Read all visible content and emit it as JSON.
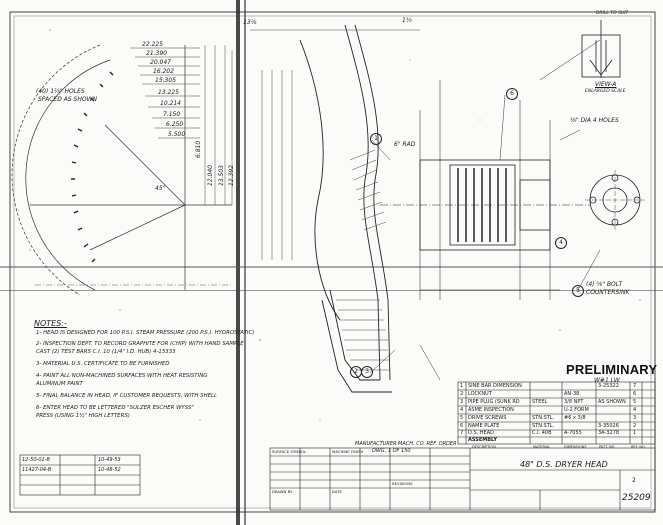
{
  "sheet": {
    "stamp": "PRELIMINARY",
    "stamp_small": "W#1 LW"
  },
  "dimensions": {
    "stack": [
      "22.225",
      "21.390",
      "20.047",
      "16.202",
      "15.305",
      "13.225",
      "10.214",
      "7.150",
      "6.250",
      "5.500"
    ],
    "vertical": [
      "6.810",
      "12.040",
      "13.503",
      "12.392"
    ],
    "angle": "45°",
    "holes_note_1": "(40) 1⅔\" HOLES",
    "holes_note_2": "SPACED AS SHOWN",
    "section_top_left": "13⅛",
    "section_top": "1⅓",
    "section_bend": "6\" RAD",
    "flange_note": "⅛\" DIA 4 HOLES",
    "weld_note_1": "(4) ⅝\" BOLT",
    "weld_note_2": "COUNTERSINK"
  },
  "callouts": [
    "1",
    "2",
    "3",
    "4",
    "5",
    "6"
  ],
  "view": {
    "label": "VIEW-A",
    "scale": "ENLARGED SCALE",
    "note_top": "DRILL TO SUIT"
  },
  "notes": {
    "title": "NOTES:-",
    "items": [
      "1-  HEAD IS DESIGNED FOR 100 P.S.I. STEAM PRESSURE (200 P.S.I. HYDROSTATIC)",
      "2-  INSPECTION DEPT. TO RECORD GRAPHITE FOR (CHIP) WITH HAND SAMPLE",
      "      CAST (2) TEST BARS C.I. 10 (1/4\" I.D. HUB) 4-15333",
      "3-  MATERIAL U.S. CERTIFICATE TO BE FURNISHED",
      "4-  PAINT ALL NON-MACHINED SURFACES WITH HEAT RESISTING",
      "      ALUMINUM PAINT",
      "5-  FINAL BALANCE IN HEAD, IF CUSTOMER REQUESTS, WITH SHELL",
      "6-  ENTER HEAD TO BE LETTERED \"SULZER ESCHER WYSS\"",
      "      PRESS (USING 1½\" HIGH LETTERS)"
    ]
  },
  "bom": {
    "rows": [
      {
        "item": "1",
        "desc": "SINE BAR DIMENSION",
        "mat": "",
        "spec": "",
        "no": "3-25322",
        "qty": "7"
      },
      {
        "item": "2",
        "desc": "LOCKNUT",
        "mat": "",
        "spec": "AN-38",
        "no": "",
        "qty": "6"
      },
      {
        "item": "3",
        "desc": "PIPE PLUG (SUNK RD",
        "mat": "STEEL",
        "spec": "3/8 NPT",
        "no": "AS SHOWN",
        "qty": "5"
      },
      {
        "item": "4",
        "desc": "ASME INSPECTION",
        "mat": "",
        "spec": "U-2 FORM",
        "no": "",
        "qty": "4"
      },
      {
        "item": "5",
        "desc": "DRIVE SCREWS",
        "mat": "STN.STL.",
        "spec": "#6 x 3/8",
        "no": "",
        "qty": "3"
      },
      {
        "item": "6",
        "desc": "NAME PLATE",
        "mat": "STN.STL.",
        "spec": "",
        "no": "3-35026",
        "qty": "2"
      },
      {
        "item": "7",
        "desc": "D.S. HEAD",
        "mat": "C.I. 40B",
        "spec": "A-7055",
        "no": "3A-3278",
        "qty": "1"
      },
      {
        "item": "",
        "desc": "ASSEMBLY",
        "mat": "",
        "spec": "",
        "no": "",
        "qty": ""
      }
    ],
    "headers": [
      "DESCRIPTION",
      "MATERIAL",
      "DIMENSIONS",
      "PATT. NO.",
      "REF. NO."
    ]
  },
  "title_block": {
    "title": "48\" D.S. DRYER HEAD",
    "drawing_no": "25209",
    "sheet": "2",
    "rev_rows": [
      {
        "ref": "12-50-01-B",
        "date": "10-49-53"
      },
      {
        "ref": "11427-04-B",
        "date": "10-48-52"
      }
    ],
    "surface_symbols": "SURFACE SYMBOL",
    "machine_finish": "MACHINE FINISH",
    "revisions": "REVISIONS",
    "drawn_by": "DRAWN BY",
    "date_label": "DATE",
    "previous": "MANUFACTURER MACH. CO. REF. ORDER",
    "previous_2": "DWG. 1 OF 150"
  }
}
